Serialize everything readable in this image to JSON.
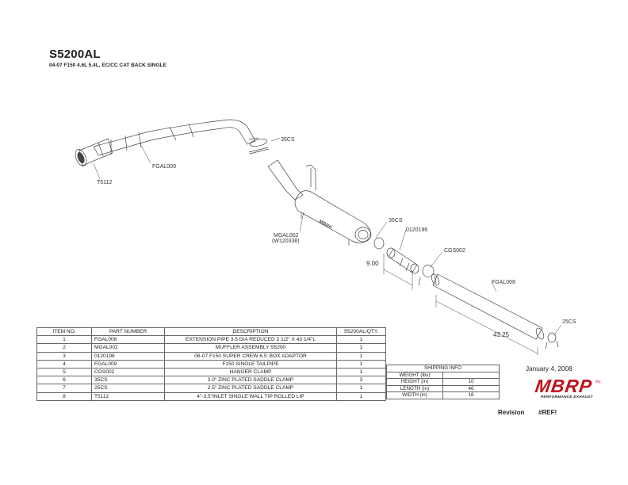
{
  "header": {
    "part_code": "S5200AL",
    "description": "04-07 F150 4.6L 5.4L, EC/CC CAT BACK SINGLE"
  },
  "callouts": {
    "clamp_top": "35CS",
    "tip": "T5112",
    "tailpipe": "FGAL009",
    "muffler_1": "MGAL002",
    "muffler_2": "(W120338)",
    "clamp_mid": "35CS",
    "adaptor": "0120196",
    "hanger": "CGS002",
    "extension": "FGAL008",
    "clamp_end": "25CS",
    "muffler_brand": "MBRP"
  },
  "dimensions": {
    "adaptor_length": "9.00",
    "extension_length": "43.25"
  },
  "parts_table": {
    "headers": [
      "ITEM NO.",
      "PART NUMBER",
      "DESCRIPTION",
      "S5200AL/QTY."
    ],
    "rows": [
      [
        "1",
        "FGAL008",
        "EXTENSION PIPE  3.5 DIA  REDUCED 2 1/2\"  X 43 1/4\"L",
        "1"
      ],
      [
        "2",
        "MGAL002",
        "MUFFLER ASSEMBLY S5200",
        "1"
      ],
      [
        "3",
        "0120196",
        "06-07 F150 SUPER CREW 6.5' BOX ADAPTOR",
        "1"
      ],
      [
        "4",
        "FGAL009",
        "F150 SINGLE TAILPIPE",
        "1"
      ],
      [
        "5",
        "CGS002",
        "HANGER CLAMP",
        "1"
      ],
      [
        "6",
        "35CS",
        "3.0\" ZINC PLATED SADDLE CLAMP",
        "3"
      ],
      [
        "7",
        "25CS",
        "2.5\" ZINC PLATED SADDLE CLAMP",
        "1"
      ],
      [
        "8",
        "T5112",
        "4\"-3.5\"INLET SINGLE WALL TIP ROLLED LIP",
        "1"
      ]
    ]
  },
  "shipping": {
    "title": "SHIPPING INFO",
    "rows": [
      [
        "WEIGHT (lbs)",
        ""
      ],
      [
        "HEIGHT (in)",
        "10"
      ],
      [
        "LENGTH (in)",
        "46"
      ],
      [
        "WIDTH (in)",
        "16"
      ]
    ]
  },
  "date": "January 4, 2008",
  "logo": {
    "main": "MBRP",
    "inc": "Inc.",
    "tagline": "PERFORMANCE EXHAUST",
    "color": "#c0111a"
  },
  "revision": {
    "label": "Revision",
    "value": "#REF!"
  }
}
